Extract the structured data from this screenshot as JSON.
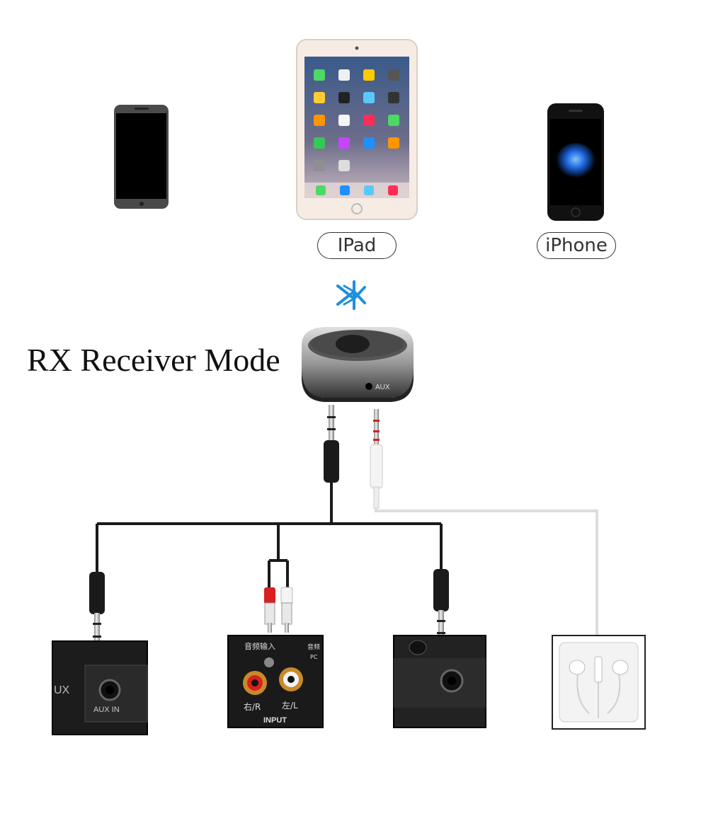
{
  "devices": {
    "ipad_label": "IPad",
    "iphone_label": "iPhone"
  },
  "diagram": {
    "mode_title": "RX Receiver Mode",
    "receiver_port_label": "AUX"
  },
  "outputs": {
    "aux_panel": {
      "label_partial": "UX",
      "port_label": "AUX IN"
    },
    "rca_panel": {
      "header_text": "音频输入",
      "right_label": "右/R",
      "left_label": "左/L",
      "footer_label": "INPUT",
      "side_text": "音频",
      "side_text_2": "PC"
    }
  },
  "colors": {
    "bluetooth": "#1e8fe0",
    "cable_black": "#1a1a1a",
    "cable_white": "#dddddd",
    "rca_red": "#d92020"
  }
}
